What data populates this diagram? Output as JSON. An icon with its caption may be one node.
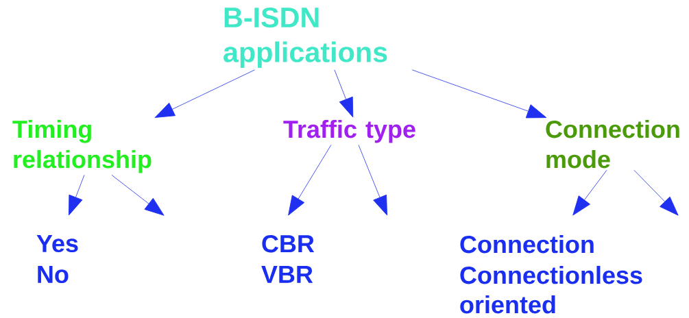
{
  "diagram": {
    "nodes": [
      {
        "text": [
          "B-ISDN applications"
        ]
      },
      {
        "text": [
          "Timing relationship"
        ]
      },
      {
        "text": [
          "Traffic type"
        ]
      },
      {
        "text": [
          "Connection mode"
        ]
      }
    ],
    "edges": [
      {
        "from": 0,
        "to": 1,
        "arrow": "to"
      },
      {
        "from": 0,
        "to": 2,
        "arrow": "to"
      },
      {
        "from": 0,
        "to": 3,
        "arrow": "to"
      },
      {
        "from": 1,
        "to": null,
        "arrow": "to"
      },
      {
        "from": 1,
        "to": null,
        "arrow": "to"
      },
      {
        "from": 2,
        "to": null,
        "arrow": "to"
      },
      {
        "from": 2,
        "to": null,
        "arrow": "to"
      },
      {
        "from": 3,
        "to": null,
        "arrow": "to"
      },
      {
        "from": 3,
        "to": null,
        "arrow": "to"
      }
    ],
    "labels": [
      "Yes",
      "No",
      "CBR",
      "VBR",
      "Connection",
      "Connectionless",
      "oriented"
    ]
  }
}
